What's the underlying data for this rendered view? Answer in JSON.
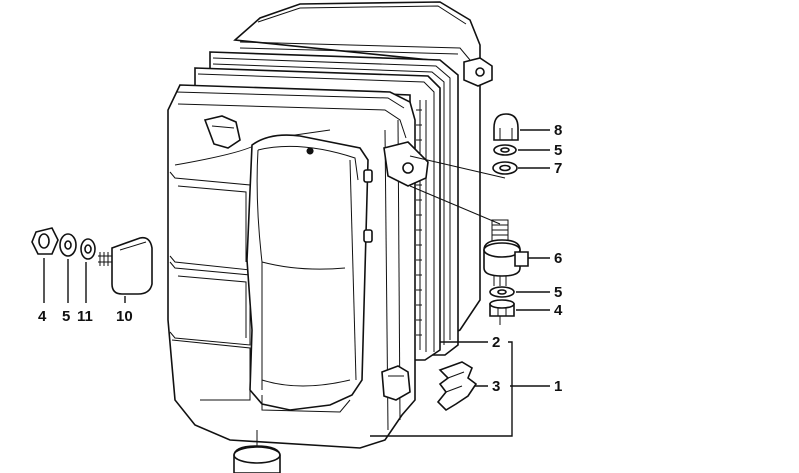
{
  "diagram": {
    "parts": [
      {
        "id": "p1",
        "label": "1"
      },
      {
        "id": "p2",
        "label": "2"
      },
      {
        "id": "p3",
        "label": "3"
      },
      {
        "id": "p4a",
        "label": "4"
      },
      {
        "id": "p4b",
        "label": "4"
      },
      {
        "id": "p5a",
        "label": "5"
      },
      {
        "id": "p5b",
        "label": "5"
      },
      {
        "id": "p5c",
        "label": "5"
      },
      {
        "id": "p6",
        "label": "6"
      },
      {
        "id": "p7",
        "label": "7"
      },
      {
        "id": "p8",
        "label": "8"
      },
      {
        "id": "p10",
        "label": "10"
      },
      {
        "id": "p11",
        "label": "11"
      }
    ]
  }
}
